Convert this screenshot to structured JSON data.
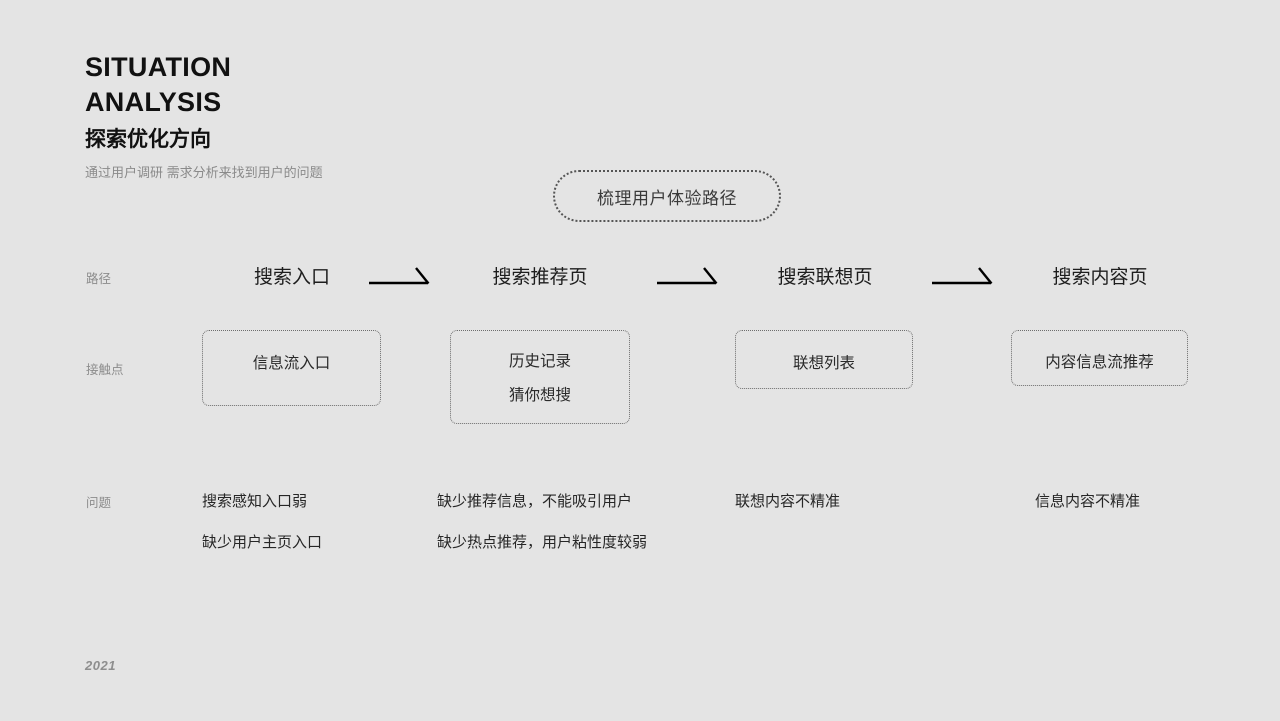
{
  "header": {
    "title_line1": "SITUATION",
    "title_line2": "ANALYSIS",
    "title_cn": "探索优化方向",
    "subtitle": "通过用户调研 需求分析来找到用户的问题"
  },
  "pill": {
    "label": "梳理用户体验路径"
  },
  "row_labels": {
    "path": "路径",
    "touchpoint": "接触点",
    "problem": "问题"
  },
  "stages": [
    {
      "name": "搜索入口"
    },
    {
      "name": "搜索推荐页"
    },
    {
      "name": "搜索联想页"
    },
    {
      "name": "搜索内容页"
    }
  ],
  "touchpoints": [
    {
      "lines": [
        "信息流入口"
      ]
    },
    {
      "lines": [
        "历史记录",
        "猜你想搜"
      ]
    },
    {
      "lines": [
        "联想列表"
      ]
    },
    {
      "lines": [
        "内容信息流推荐"
      ]
    }
  ],
  "problems": [
    {
      "lines": [
        "搜索感知入口弱",
        "缺少用户主页入口"
      ]
    },
    {
      "lines": [
        "缺少推荐信息，不能吸引用户",
        "缺少热点推荐，用户粘性度较弱"
      ]
    },
    {
      "lines": [
        "联想内容不精准"
      ]
    },
    {
      "lines": [
        "信息内容不精准"
      ]
    }
  ],
  "footer": {
    "year": "2021"
  },
  "colors": {
    "background": "#e4e4e4",
    "title": "#111111",
    "subtitle": "#8a8a8a",
    "row_label": "#8c8c8c",
    "box_border": "#6d6d6d",
    "pill_border": "#555555",
    "arrow": "#000000",
    "footer": "#8e8e8e"
  }
}
